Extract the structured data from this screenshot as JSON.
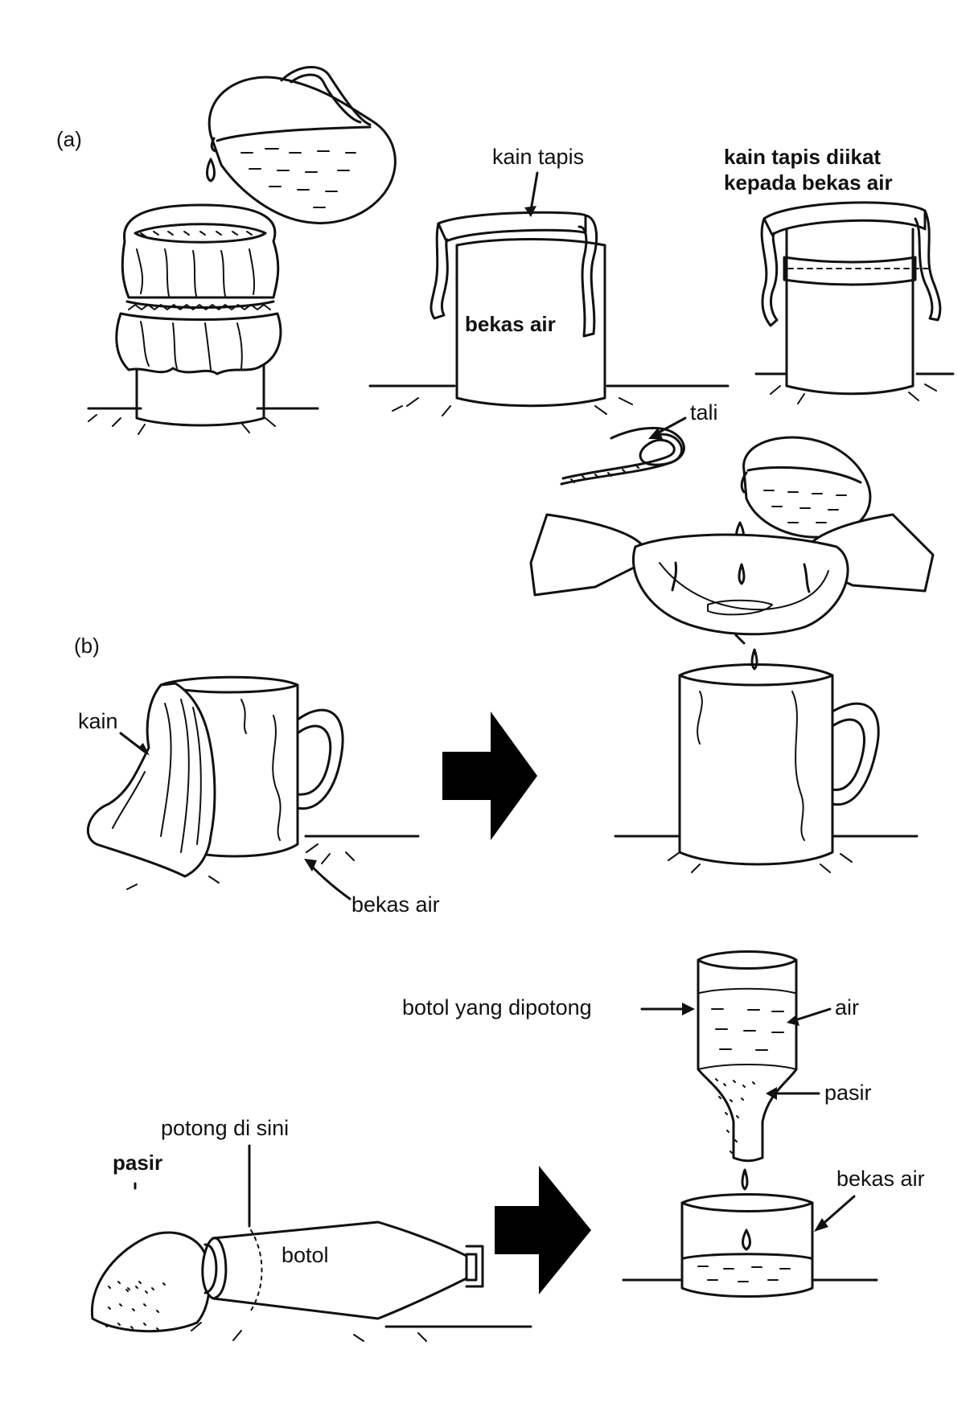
{
  "labels": {
    "section_a": "(a)",
    "section_b": "(b)",
    "kain_tapis": "kain tapis",
    "kain_tapis_diikat_1": "kain tapis diikat",
    "kain_tapis_diikat_2": "kepada bekas air",
    "bekas_air_top": "bekas air",
    "tali": "tali",
    "kain": "kain",
    "bekas_air_mug": "bekas air",
    "botol_yang_dipotong": "botol yang dipotong",
    "air": "air",
    "pasir_right": "pasir",
    "bekas_air_bottom": "bekas air",
    "potong_di_sini": "potong di sini",
    "pasir_left": "pasir",
    "botol": "botol"
  },
  "colors": {
    "ink": "#111111",
    "paper": "#ffffff",
    "arrow": "#000000"
  }
}
